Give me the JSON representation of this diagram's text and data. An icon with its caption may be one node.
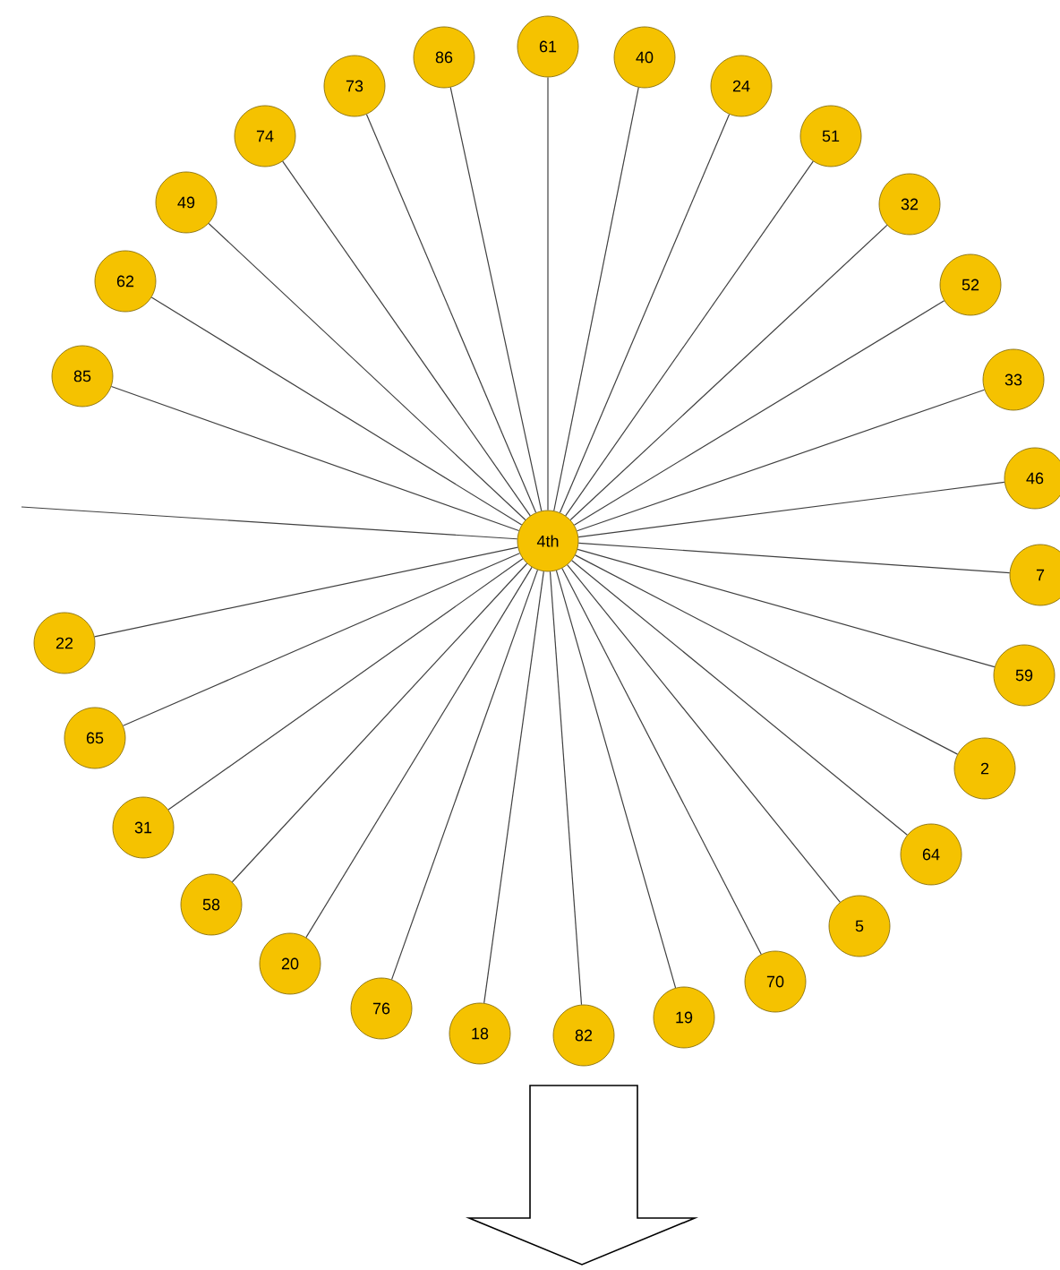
{
  "diagram": {
    "nodes": [
      {
        "text": [
          "4th"
        ]
      },
      {
        "text": [
          "61"
        ]
      },
      {
        "text": [
          "40"
        ]
      },
      {
        "text": [
          "24"
        ]
      },
      {
        "text": [
          "51"
        ]
      },
      {
        "text": [
          "32"
        ]
      },
      {
        "text": [
          "52"
        ]
      },
      {
        "text": [
          "33"
        ]
      },
      {
        "text": [
          "46"
        ]
      },
      {
        "text": [
          "7"
        ]
      },
      {
        "text": [
          "59"
        ]
      },
      {
        "text": [
          "2"
        ]
      },
      {
        "text": [
          "64"
        ]
      },
      {
        "text": [
          "5"
        ]
      },
      {
        "text": [
          "70"
        ]
      },
      {
        "text": [
          "19"
        ]
      },
      {
        "text": [
          "82"
        ]
      },
      {
        "text": [
          "18"
        ]
      },
      {
        "text": [
          "76"
        ]
      },
      {
        "text": [
          "20"
        ]
      },
      {
        "text": [
          "58"
        ]
      },
      {
        "text": [
          "31"
        ]
      },
      {
        "text": [
          "65"
        ]
      },
      {
        "text": [
          "22"
        ]
      },
      {
        "text": [
          "85"
        ]
      },
      {
        "text": [
          "62"
        ]
      },
      {
        "text": [
          "49"
        ]
      },
      {
        "text": [
          "74"
        ]
      },
      {
        "text": [
          "73"
        ]
      },
      {
        "text": [
          "86"
        ]
      }
    ],
    "edges": [
      {
        "from": 0,
        "to": 1,
        "arrow": "none"
      },
      {
        "from": 0,
        "to": 2,
        "arrow": "none"
      },
      {
        "from": 0,
        "to": 3,
        "arrow": "none"
      },
      {
        "from": 0,
        "to": 4,
        "arrow": "none"
      },
      {
        "from": 0,
        "to": 5,
        "arrow": "none"
      },
      {
        "from": 0,
        "to": 6,
        "arrow": "none"
      },
      {
        "from": 0,
        "to": 7,
        "arrow": "none"
      },
      {
        "from": 0,
        "to": 8,
        "arrow": "none"
      },
      {
        "from": 0,
        "to": 9,
        "arrow": "none"
      },
      {
        "from": 0,
        "to": 10,
        "arrow": "none"
      },
      {
        "from": 0,
        "to": 11,
        "arrow": "none"
      },
      {
        "from": 0,
        "to": 12,
        "arrow": "none"
      },
      {
        "from": 0,
        "to": 13,
        "arrow": "none"
      },
      {
        "from": 0,
        "to": 14,
        "arrow": "none"
      },
      {
        "from": 0,
        "to": 15,
        "arrow": "none"
      },
      {
        "from": 0,
        "to": 16,
        "arrow": "none"
      },
      {
        "from": 0,
        "to": 17,
        "arrow": "none"
      },
      {
        "from": 0,
        "to": 18,
        "arrow": "none"
      },
      {
        "from": 0,
        "to": 19,
        "arrow": "none"
      },
      {
        "from": 0,
        "to": 20,
        "arrow": "none"
      },
      {
        "from": 0,
        "to": 21,
        "arrow": "none"
      },
      {
        "from": 0,
        "to": 22,
        "arrow": "none"
      },
      {
        "from": 0,
        "to": 23,
        "arrow": "none"
      },
      {
        "from": 0,
        "to": 24,
        "arrow": "none"
      },
      {
        "from": 0,
        "to": 25,
        "arrow": "none"
      },
      {
        "from": 0,
        "to": 26,
        "arrow": "none"
      },
      {
        "from": 0,
        "to": 27,
        "arrow": "none"
      },
      {
        "from": 0,
        "to": 28,
        "arrow": "none"
      },
      {
        "from": 0,
        "to": 29,
        "arrow": "none"
      },
      {
        "from": 0,
        "to": null,
        "arrow": "none"
      }
    ]
  }
}
